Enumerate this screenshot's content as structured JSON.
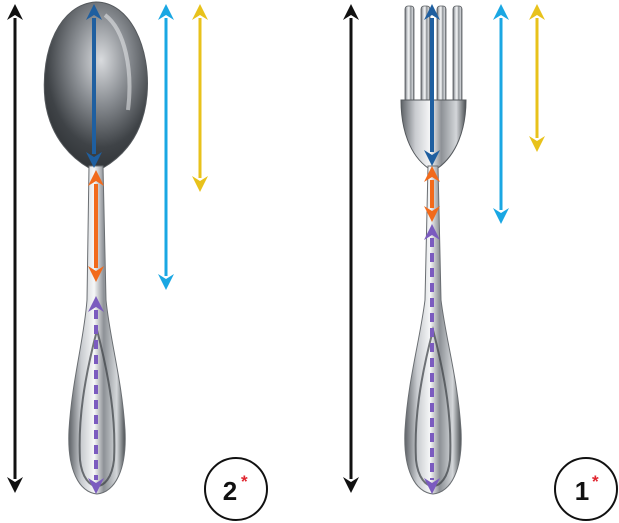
{
  "colors": {
    "total_length": "#111111",
    "head_length": "#1f5fa0",
    "head_plus_neck": "#1aa7e3",
    "head_alt": "#e8c21b",
    "neck": "#f26a1b",
    "handle": "#7b5bbf",
    "badge_asterisk": "#e0242e"
  },
  "items": [
    {
      "name": "spoon",
      "badge": {
        "number": "2",
        "mark": "*"
      }
    },
    {
      "name": "fork",
      "badge": {
        "number": "1",
        "mark": "*"
      }
    }
  ]
}
